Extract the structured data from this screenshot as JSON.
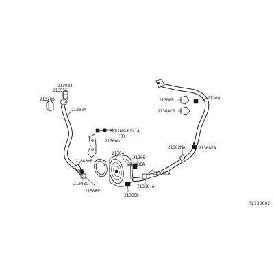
{
  "labels": {
    "l_21308j": "21308J",
    "l_21355c": "21355C",
    "l_21320b": "21320B",
    "l_21302m": "21302M",
    "l_bolt": "B081AB-6121A",
    "l_bolt_qty": "(3)",
    "l_21306g": "21306G",
    "l_21304": "21304",
    "l_21305": "21305",
    "l_21308ea_mid": "21308EA",
    "l_21308b_b": "21308+B",
    "l_21308c_left": "21308C",
    "l_21308e_left": "21308E",
    "l_21305d": "21305D",
    "l_21308a": "21308+A",
    "l_21308ea_low": "21308EA",
    "l_21302ma": "21302MA",
    "l_21308ea_right": "21308EA",
    "l_21308": "21308",
    "l_21308e_upper": "21308E",
    "l_21308cb": "21308CB"
  },
  "footer": {
    "reference": "R2130002"
  }
}
